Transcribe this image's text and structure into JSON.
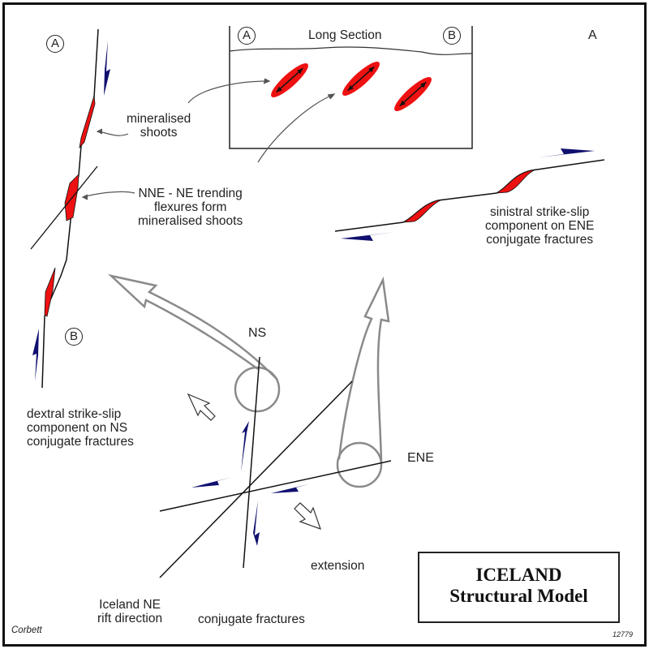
{
  "title": {
    "line1": "ICELAND",
    "line2": "Structural Model"
  },
  "credit": "Corbett",
  "figure_number": "12779",
  "panel_label": "A",
  "long_section": {
    "title": "Long Section",
    "left_marker": "A",
    "right_marker": "B",
    "shoot_count": 3
  },
  "markers": {
    "a": "A",
    "b": "B"
  },
  "labels": {
    "mineralised_shoots": [
      "mineralised",
      "shoots"
    ],
    "nne_flexures": [
      "NNE - NE trending",
      "flexures form",
      "mineralised shoots"
    ],
    "sinistral": [
      "sinistral strike-slip",
      "component on ENE",
      "conjugate fractures"
    ],
    "dextral": [
      "dextral strike-slip",
      "component on NS",
      "conjugate fractures"
    ],
    "ns": "NS",
    "ene": "ENE",
    "extension": "extension",
    "rift": [
      "Iceland NE",
      "rift direction"
    ],
    "conjugate": "conjugate fractures"
  },
  "colors": {
    "shoot_fill": "#ee1111",
    "slip_arrow": "#101070",
    "line": "#111111",
    "outline_arrow": "#8a8a8a"
  }
}
